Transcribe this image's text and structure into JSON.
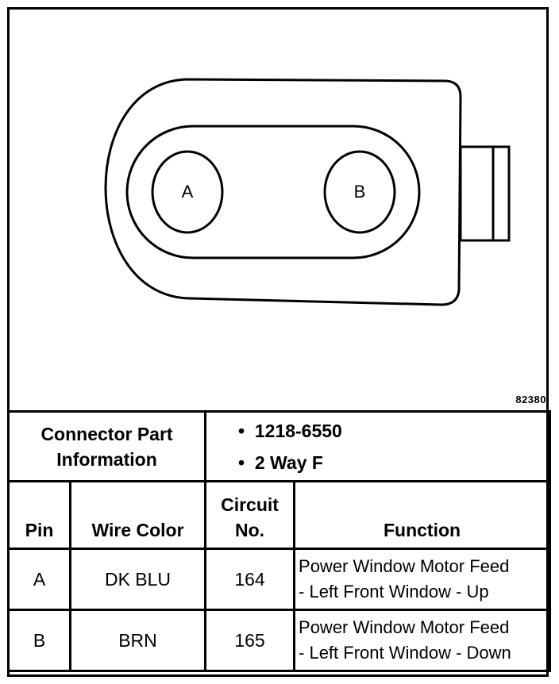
{
  "diagram": {
    "pin_labels": [
      "A",
      "B"
    ],
    "figure_number": "82380"
  },
  "connector": {
    "label_line1": "Connector Part",
    "label_line2": "Information",
    "details": [
      "1218-6550",
      "2 Way F"
    ]
  },
  "table": {
    "headers": {
      "pin": "Pin",
      "wire_color": "Wire Color",
      "circuit_line1": "Circuit",
      "circuit_line2": "No.",
      "function": "Function"
    },
    "rows": [
      {
        "pin": "A",
        "wire_color": "DK BLU",
        "circuit": "164",
        "function_line1": "Power Window Motor Feed",
        "function_line2": "- Left Front Window - Up"
      },
      {
        "pin": "B",
        "wire_color": "BRN",
        "circuit": "165",
        "function_line1": "Power Window Motor Feed",
        "function_line2": "- Left Front Window - Down"
      }
    ]
  }
}
